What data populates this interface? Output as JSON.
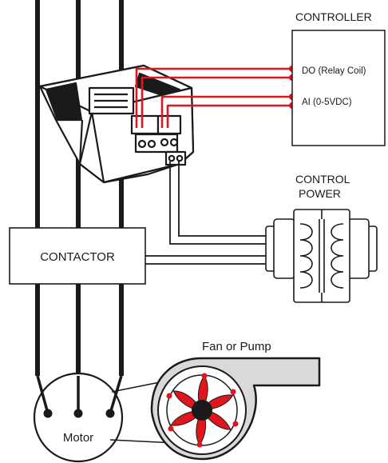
{
  "labels": {
    "controller": "CONTROLLER",
    "do_relay_coil": "DO (Relay Coil)",
    "ai_range": "AI (0-5VDC)",
    "control_power_line1": "CONTROL",
    "control_power_line2": "POWER",
    "contactor": "CONTACTOR",
    "fan_or_pump": "Fan or Pump",
    "motor": "Motor"
  },
  "colors": {
    "wire": "#1a1a1a",
    "signal": "#e0161f",
    "signal_dot": "#d4141c",
    "fan_blade": "#e0161f",
    "background": "#ffffff"
  }
}
